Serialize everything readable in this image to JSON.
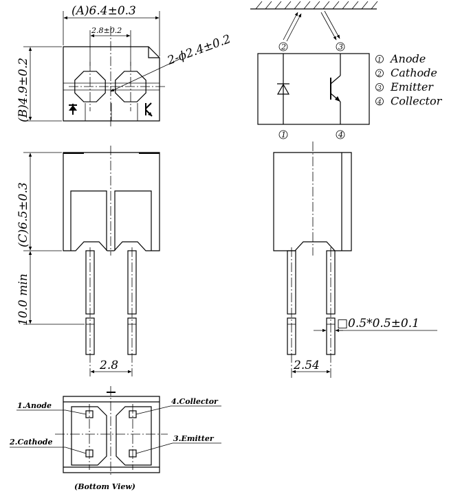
{
  "dimensions": {
    "width_a": "(A)6.4±0.3",
    "pitch_top": "2.8±0.2",
    "diameter": "2-ϕ2.4±0.2",
    "height_b": "(B)4.9±0.2",
    "height_c": "(C)6.5±0.3",
    "lead_length": "10.0  min",
    "lead_pitch_front": "2.8",
    "lead_pitch_side": "2.54",
    "lead_size": "□0.5*0.5±0.1"
  },
  "legend": [
    {
      "mark": "1",
      "label": "Anode"
    },
    {
      "mark": "2",
      "label": "Cathode"
    },
    {
      "mark": "3",
      "label": "Emitter"
    },
    {
      "mark": "4",
      "label": "Collector"
    }
  ],
  "schematic_pins": {
    "top_left": "2",
    "top_right": "3",
    "bottom_left": "1",
    "bottom_right": "4"
  },
  "bottom_view": {
    "title": "(Bottom View)",
    "pins": [
      "1.Anode",
      "2.Cathode",
      "4.Collector",
      "3.Emitter"
    ]
  }
}
